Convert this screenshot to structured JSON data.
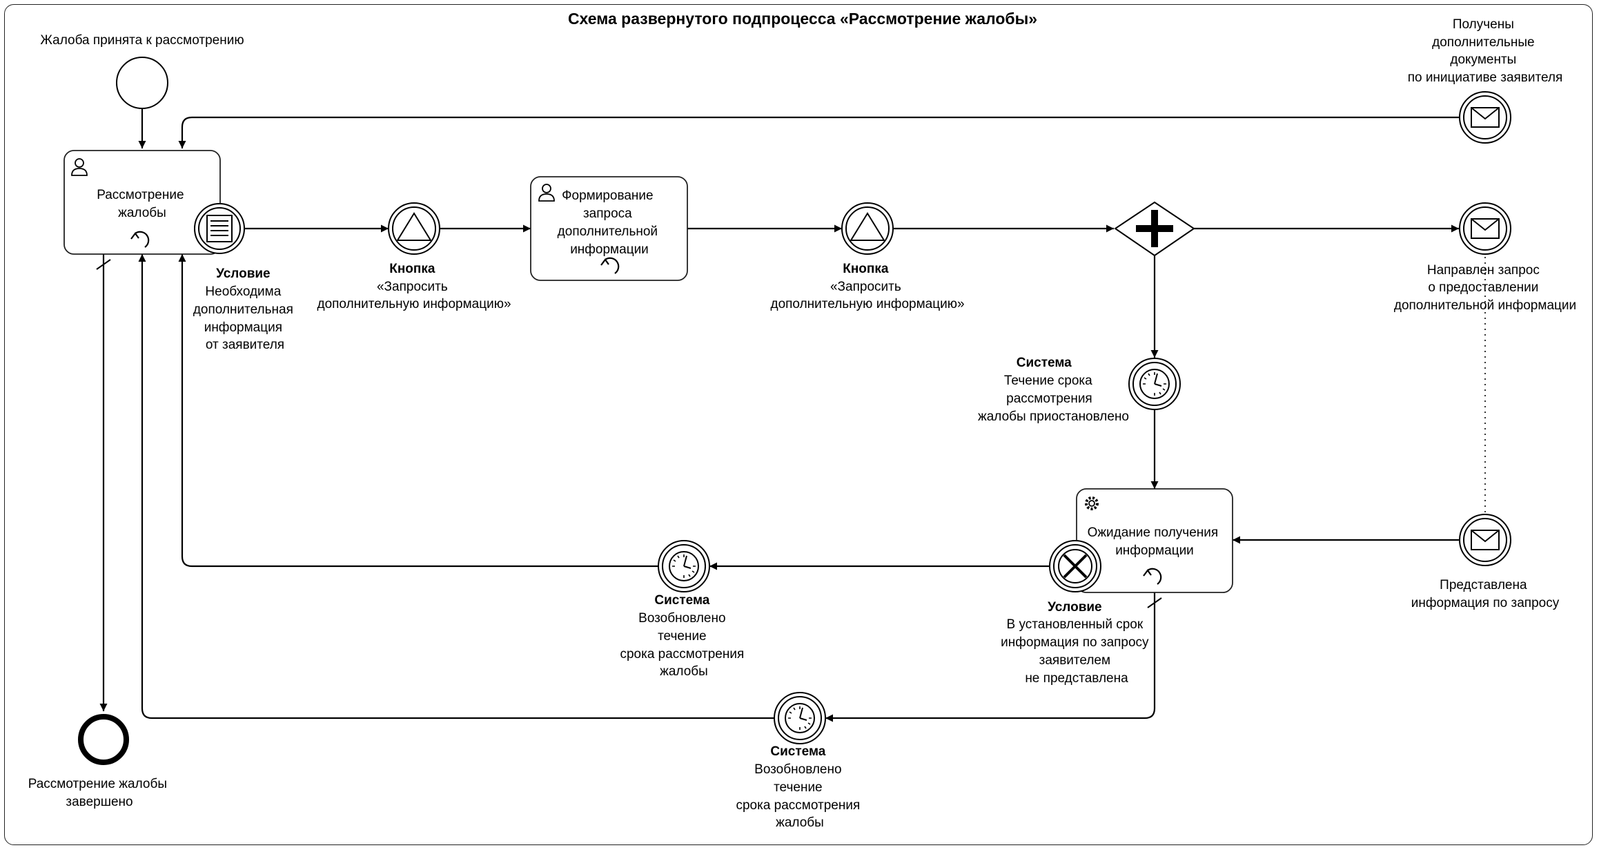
{
  "title": "Схема развернутого подпроцесса «Рассмотрение жалобы»",
  "events": {
    "start": [
      "Жалоба принята к рассмотрению"
    ],
    "msg_received": [
      "Получены",
      "дополнительные",
      "документы",
      "по инициативе заявителя"
    ],
    "msg_sent": [
      "Направлен запрос",
      "о предоставлении",
      "дополнительной информации"
    ],
    "msg_provided": [
      "Представлена",
      "информация по запросу"
    ],
    "end": [
      "Рассмотрение жалобы",
      "завершено"
    ]
  },
  "tasks": {
    "review": [
      "Рассмотрение",
      "жалобы"
    ],
    "form_request": [
      "Формирование",
      "запроса",
      "дополнительной",
      "информации"
    ],
    "waiting": [
      "Ожидание получения",
      "информации"
    ]
  },
  "annotations": {
    "condition1": {
      "head": "Условие",
      "lines": [
        "Необходима",
        "дополнительная",
        "информация",
        "от заявителя"
      ]
    },
    "button1": {
      "head": "Кнопка",
      "lines": [
        "«Запросить",
        "дополнительную информацию»"
      ]
    },
    "button2": {
      "head": "Кнопка",
      "lines": [
        "«Запросить",
        "дополнительную информацию»"
      ]
    },
    "system_suspend": {
      "head": "Система",
      "lines": [
        "Течение срока",
        "рассмотрения",
        "жалобы приостановлено"
      ]
    },
    "system_resume1": {
      "head": "Система",
      "lines": [
        "Возобновлено",
        "течение",
        "срока рассмотрения",
        "жалобы"
      ]
    },
    "condition2": {
      "head": "Условие",
      "lines": [
        "В установленный срок",
        "информация по запросу",
        "заявителем",
        "не представлена"
      ]
    },
    "system_resume2": {
      "head": "Система",
      "lines": [
        "Возобновлено",
        "течение",
        "срока рассмотрения",
        "жалобы"
      ]
    }
  },
  "icons": {
    "user_task": "user-icon",
    "service_task": "gear-icon",
    "loop": "loop-icon",
    "message": "envelope-icon",
    "timer": "clock-icon",
    "signal": "triangle-icon",
    "conditional": "list-icon",
    "error": "x-icon",
    "gateway": "plus-icon"
  }
}
